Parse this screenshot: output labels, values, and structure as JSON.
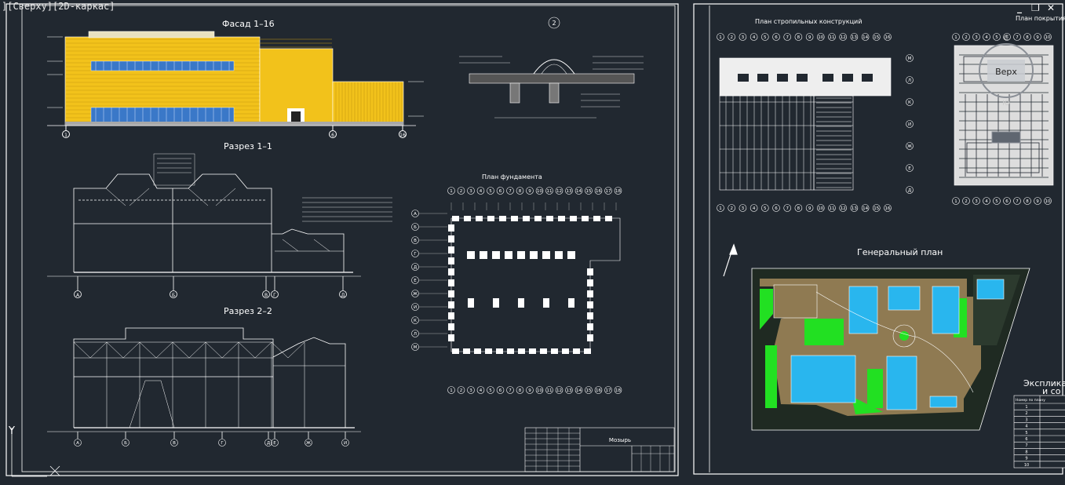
{
  "viewport": {
    "label": "][Сверху][2D-каркас]",
    "viewcube_label": "Верх",
    "window_controls": [
      "_",
      "❐",
      "✕"
    ]
  },
  "sheet1": {
    "facade_title": "Фасад 1–16",
    "section1_title": "Разрез 1–1",
    "section2_title": "Разрез 2–2",
    "foundation_title": "План фундамента",
    "node_number": "2",
    "title_block_text": "Мозырь",
    "facade_axes": [
      "1",
      "6",
      "16"
    ],
    "section1_axes": [
      "А",
      "Б",
      "В",
      "Г",
      "Д"
    ],
    "section2_axes": [
      "А",
      "Б",
      "В",
      "Г",
      "Д",
      "Е",
      "Ж",
      "И"
    ],
    "foundation_axes_top": [
      "1",
      "2",
      "3",
      "4",
      "5",
      "6",
      "7",
      "8",
      "9",
      "10",
      "11",
      "12",
      "13",
      "14",
      "15",
      "16",
      "17",
      "18"
    ],
    "foundation_axes_left": [
      "А",
      "Б",
      "В",
      "Г",
      "Д",
      "Е",
      "Ж",
      "И",
      "К",
      "Л",
      "М"
    ]
  },
  "sheet2": {
    "rafter_plan_title": "План стропильных конструкций",
    "roof_plan_title": "План покрытия",
    "general_plan_title": "Генеральный план",
    "explication_title": "Экспликация",
    "explication_subtitle": "и со",
    "explication_header": "Номер по плану",
    "explication_rows": [
      "1",
      "2",
      "3",
      "4",
      "5",
      "6",
      "7",
      "8",
      "9",
      "10"
    ],
    "rafter_axes": [
      "1",
      "2",
      "3",
      "4",
      "5",
      "6",
      "7",
      "8",
      "9",
      "10",
      "11",
      "12",
      "13",
      "14",
      "15",
      "16"
    ],
    "rafter_right_axes": [
      "М",
      "Л",
      "К",
      "И",
      "Ж",
      "Е",
      "Д"
    ]
  },
  "colors": {
    "background": "#212830",
    "lines": "#ffffff",
    "facade_fill": "#f2c21b",
    "glazing": "#3a78c8",
    "plan_green": "#22e022",
    "plan_ground": "#8f7a52",
    "plan_building": "#29b6ee"
  }
}
